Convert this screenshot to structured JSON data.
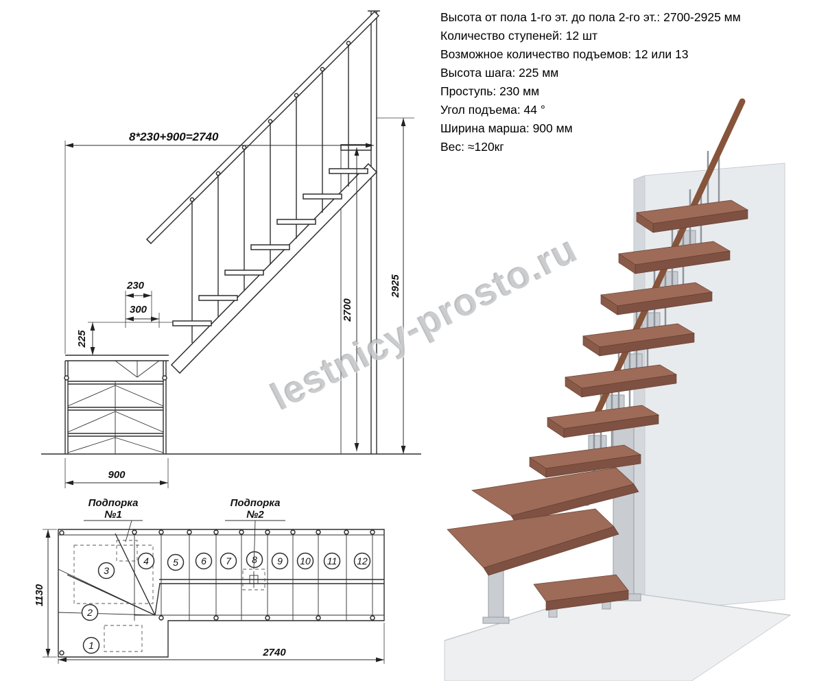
{
  "specs": {
    "lines": [
      "Высота от пола 1-го эт. до пола 2-го эт.: 2700-2925 мм",
      "Количество ступеней: 12 шт",
      "Возможное количество подъемов: 12 или 13",
      "Высота шага: 225 мм",
      "Проступь: 230 мм",
      "Угол подъема: 44 °",
      "Ширина марша: 900 мм",
      "Вес: ≈120кг"
    ]
  },
  "elevation": {
    "dim_total": "8*230+900=2740",
    "dim_tread": "230",
    "dim_module": "300",
    "dim_rise": "225",
    "dim_width": "900",
    "dim_height_floor": "2700",
    "dim_height_total": "2925"
  },
  "plan": {
    "dim_depth": "1130",
    "dim_length": "2740",
    "support1": [
      "Подпорка",
      "№1"
    ],
    "support2": [
      "Подпорка",
      "№2"
    ],
    "steps": [
      "1",
      "2",
      "3",
      "4",
      "5",
      "6",
      "7",
      "8",
      "9",
      "10",
      "11",
      "12"
    ]
  },
  "watermark": {
    "text": "lestnicy-prosto.ru"
  },
  "colors": {
    "wood": "#9d6b57",
    "wood_dark": "#7e5142",
    "metal": "#c9cdd2",
    "wall": "#e8ebee",
    "line": "#2e2e2e"
  }
}
